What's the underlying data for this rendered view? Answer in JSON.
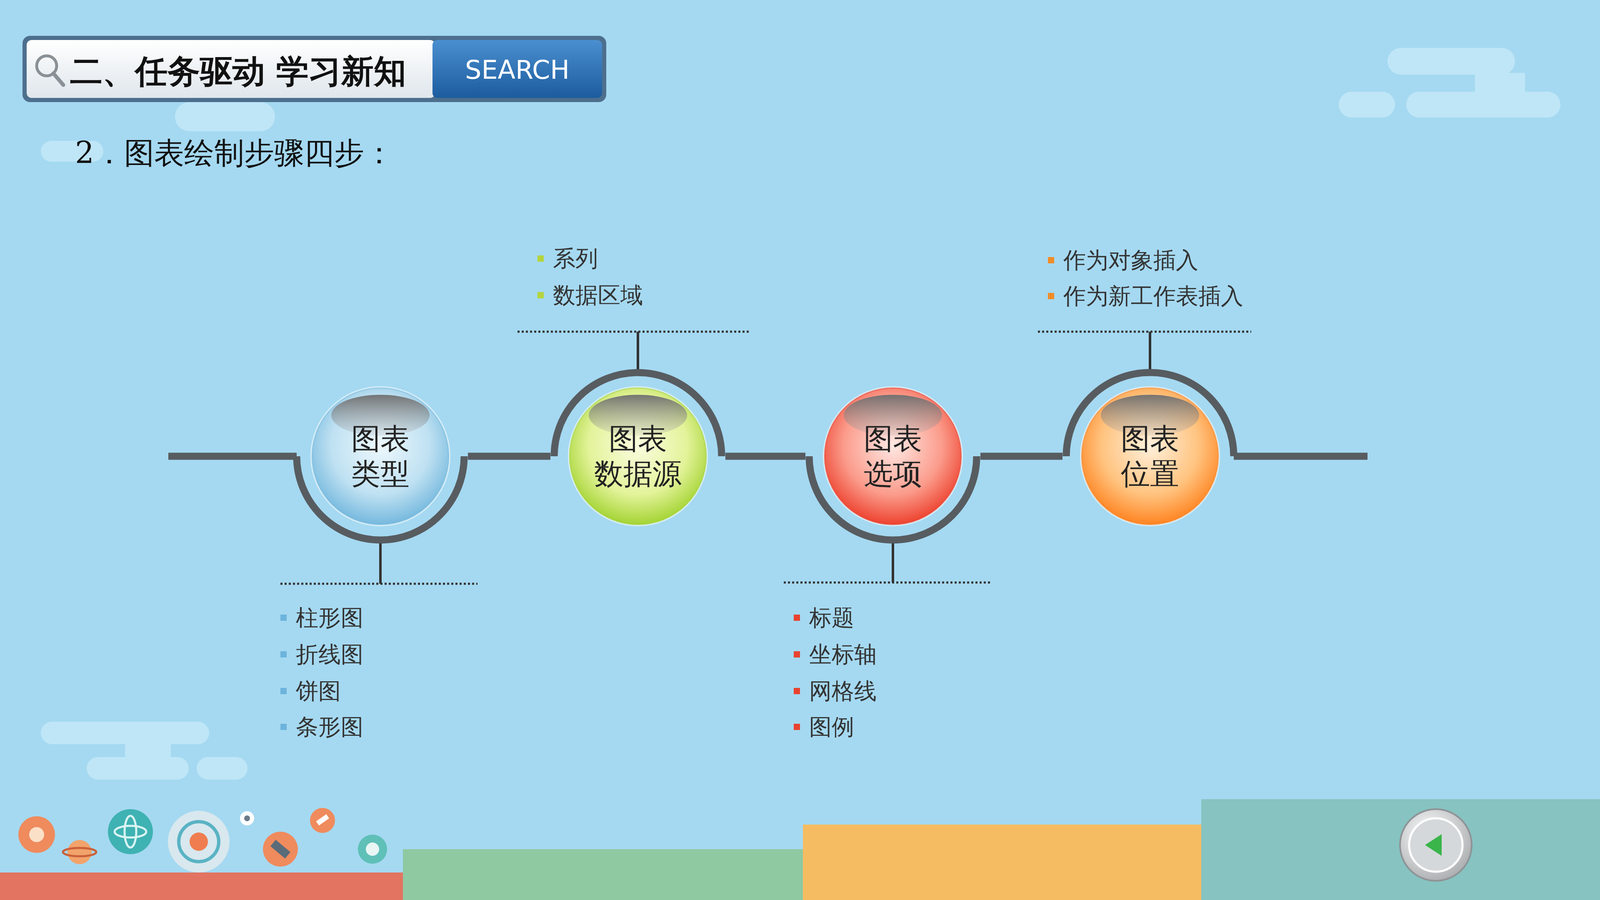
{
  "diagram": {
    "title": "2．图表绘制步骤四步：",
    "nodes": [
      {
        "text": [
          "图表 类型"
        ]
      },
      {
        "text": [
          "图表 数据源"
        ]
      },
      {
        "text": [
          "图表 选项"
        ]
      },
      {
        "text": [
          "图表 位置"
        ]
      }
    ],
    "edges": [
      {
        "from": 0,
        "to": 1,
        "arrow": "none"
      },
      {
        "from": 1,
        "to": 2,
        "arrow": "none"
      },
      {
        "from": 2,
        "to": 3,
        "arrow": "none"
      }
    ],
    "labels": [
      "二、任务驱动 学习新知",
      "SEARCH",
      "系列",
      "数据区域",
      "作为对象插入",
      "作为新工作表插入",
      "柱形图",
      "折线图",
      "饼图",
      "条形图",
      "标题",
      "坐标轴",
      "网格线",
      "图例"
    ]
  }
}
